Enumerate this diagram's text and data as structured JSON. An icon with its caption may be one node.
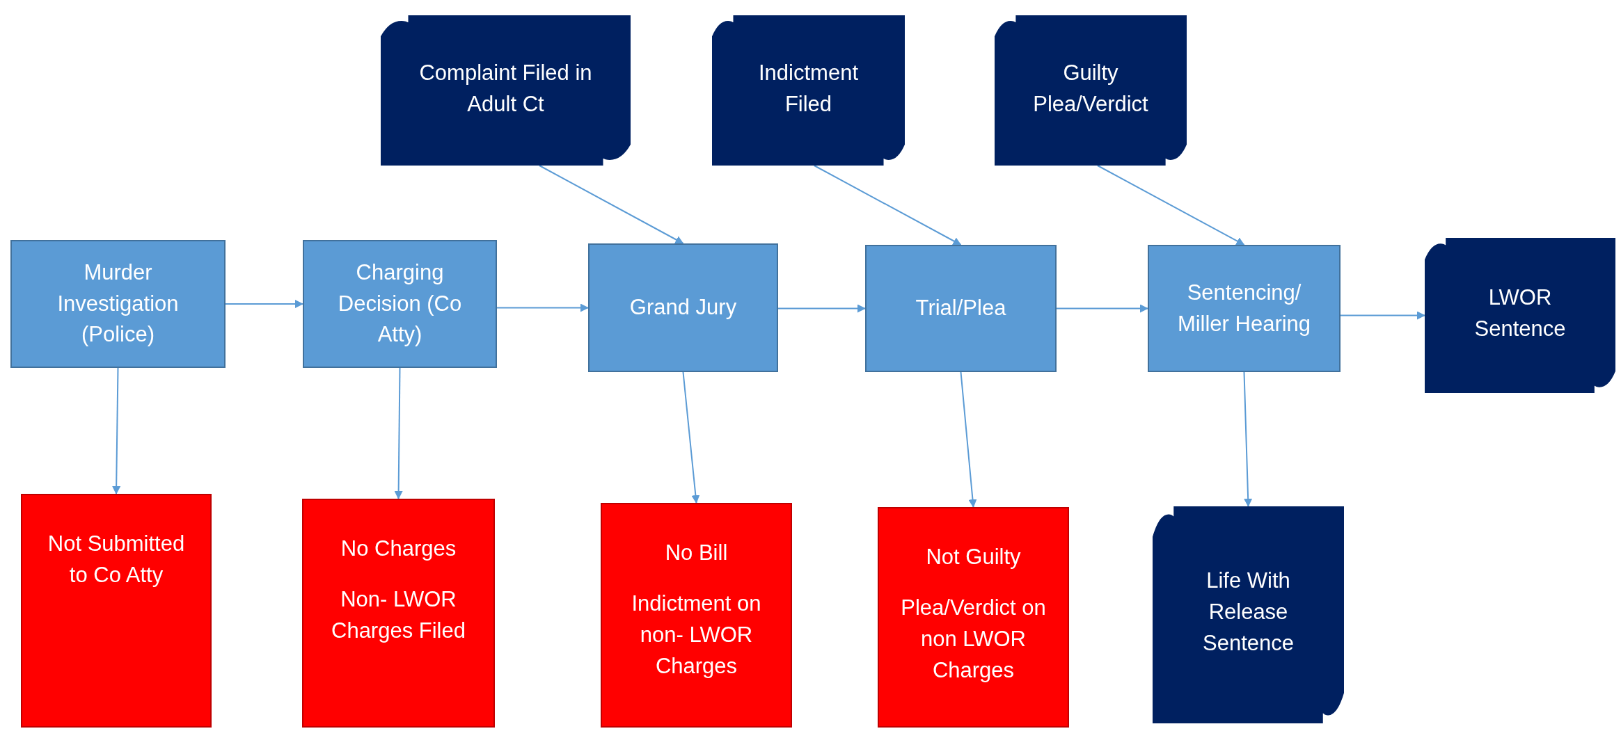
{
  "diagram": {
    "nodes": [
      {
        "text": [
          "Murder Investigation (Police)"
        ]
      },
      {
        "text": [
          "Charging Decision (Co Atty)"
        ]
      },
      {
        "text": [
          "Grand Jury"
        ]
      },
      {
        "text": [
          "Trial/Plea"
        ]
      },
      {
        "text": [
          "Sentencing/ Miller Hearing"
        ]
      },
      {
        "text": [
          "Complaint Filed in Adult Ct"
        ]
      },
      {
        "text": [
          "Indictment Filed"
        ]
      },
      {
        "text": [
          "Guilty Plea/Verdict"
        ]
      },
      {
        "text": [
          "LWOR Sentence"
        ]
      },
      {
        "text": [
          "Not Submitted to Co Atty"
        ]
      },
      {
        "text": [
          "No Charges",
          "Non- LWOR Charges Filed"
        ]
      },
      {
        "text": [
          "No Bill",
          "Indictment on non- LWOR Charges"
        ]
      },
      {
        "text": [
          "Not Guilty",
          "Plea/Verdict on non LWOR Charges"
        ]
      },
      {
        "text": [
          "Life With Release Sentence"
        ]
      }
    ],
    "edges": [
      {
        "from": 0,
        "to": 1,
        "arrow": "to"
      },
      {
        "from": 1,
        "to": 2,
        "arrow": "to"
      },
      {
        "from": 5,
        "to": 2,
        "arrow": "to"
      },
      {
        "from": 2,
        "to": 3,
        "arrow": "to"
      },
      {
        "from": 6,
        "to": 3,
        "arrow": "to"
      },
      {
        "from": 3,
        "to": 4,
        "arrow": "to"
      },
      {
        "from": 7,
        "to": 4,
        "arrow": "to"
      },
      {
        "from": 4,
        "to": 8,
        "arrow": "to"
      },
      {
        "from": 0,
        "to": 9,
        "arrow": "to"
      },
      {
        "from": 1,
        "to": 10,
        "arrow": "to"
      },
      {
        "from": 2,
        "to": 11,
        "arrow": "to"
      },
      {
        "from": 3,
        "to": 12,
        "arrow": "to"
      },
      {
        "from": 4,
        "to": 13,
        "arrow": "to"
      }
    ]
  }
}
